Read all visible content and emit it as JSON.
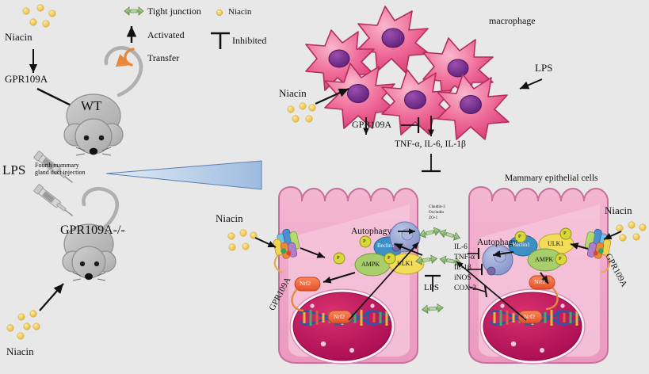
{
  "figure": {
    "background_color": "#e8e8e8",
    "title": ""
  },
  "legend": {
    "items": [
      {
        "key": "tight_junction",
        "label": "Tight junction",
        "icon": "tight-junction-symbol",
        "color": "#9ec48a"
      },
      {
        "key": "activated",
        "label": "Activated",
        "icon": "up-arrow-icon",
        "color": "#000000"
      },
      {
        "key": "transfer",
        "label": "Transfer",
        "icon": "curved-arrow-icon",
        "color": "#e8883c"
      },
      {
        "key": "niacin",
        "label": "Niacin",
        "icon": "niacin-dot-icon",
        "color": "#f2cf5a"
      },
      {
        "key": "inhibited",
        "label": "Inhibited",
        "icon": "t-bar-icon",
        "color": "#000000"
      }
    ]
  },
  "mouse_panel": {
    "niacin_top_label": "Niacin",
    "gpr109a_label": "GPR109A",
    "wt_label": "WT",
    "lps_label": "LPS",
    "injection_label_line1": "Fourth mammary",
    "injection_label_line2": "gland duct injection",
    "knockout_label": "GPR109A-/-",
    "niacin_bottom_label": "Niacin"
  },
  "macrophage_panel": {
    "title": "macrophage",
    "niacin_label": "Niacin",
    "lps_label": "LPS",
    "gpr109a_label": "GPR109A",
    "cytokines_label": "TNF-α, IL-6, IL-1β",
    "cell_count": 6
  },
  "epithelium_panel": {
    "title": "Mammary epithelial cells",
    "tight_junction_proteins": [
      "Claudin-3",
      "Occludin",
      "ZO-1"
    ],
    "lps_label": "LPS",
    "inflammatory_mediators": [
      "IL-6",
      "TNF-α",
      "IL-1β",
      "iNOS",
      "COX-2"
    ],
    "left_cell": {
      "niacin_label": "Niacin",
      "receptor_label": "GPR109A",
      "autophagy_label": "Autophagy",
      "proteins": [
        {
          "name": "Beclin1",
          "color": "#3e8fc4",
          "phospho": "P"
        },
        {
          "name": "AMPK",
          "color": "#a8ce6b",
          "phospho": "P"
        },
        {
          "name": "ULK1",
          "color": "#f2dc5a",
          "phospho": "P"
        }
      ],
      "nrf2_cyto_label": "Nrf2",
      "nrf2_nuclear_label": "Nrf2"
    },
    "right_cell": {
      "niacin_label": "Niacin",
      "receptor_label": "GPR109A",
      "autophagy_label": "Autophagy",
      "proteins": [
        {
          "name": "Beclin1",
          "color": "#3e8fc4",
          "phospho": "P"
        },
        {
          "name": "ULK1",
          "color": "#f2dc5a",
          "phospho": "P"
        },
        {
          "name": "AMPK",
          "color": "#a8ce6b",
          "phospho": "P"
        }
      ],
      "nrf2_cyto_label": "Nrf2",
      "nrf2_nuclear_label": "Nrf2"
    }
  },
  "colors": {
    "macrophage_body": "#ef6d9a",
    "macrophage_nucleus": "#7b2d8e",
    "epithelial_body": "#f0a9c8",
    "epithelial_inner": "#f3bed6",
    "nucleus": "#c2155f",
    "niacin_dot": "#f2cf5a",
    "tight_junction": "#9ec48a",
    "nrf2": "#ee6b3f",
    "autophagosome": "#9aa8d6",
    "mouse_body": "#b8b8b8",
    "wedge": "#aec6e8"
  }
}
